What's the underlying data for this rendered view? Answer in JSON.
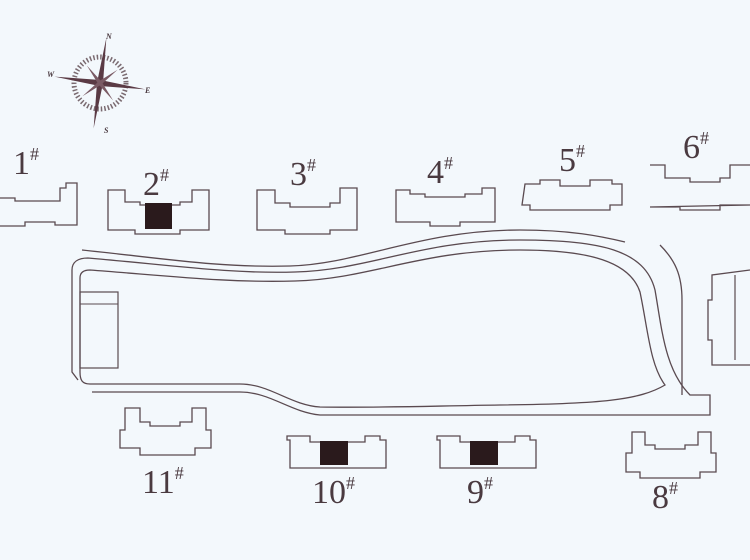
{
  "compass": {
    "north": "N",
    "south": "S",
    "east": "E",
    "west": "W"
  },
  "buildings": [
    {
      "number": "1",
      "mark": "#",
      "highlighted": false
    },
    {
      "number": "2",
      "mark": "#",
      "highlighted": true
    },
    {
      "number": "3",
      "mark": "#",
      "highlighted": false
    },
    {
      "number": "4",
      "mark": "#",
      "highlighted": false
    },
    {
      "number": "5",
      "mark": "#",
      "highlighted": false
    },
    {
      "number": "6",
      "mark": "#",
      "highlighted": false
    },
    {
      "number": "8",
      "mark": "#",
      "highlighted": false
    },
    {
      "number": "9",
      "mark": "#",
      "highlighted": true
    },
    {
      "number": "10",
      "mark": "#",
      "highlighted": true
    },
    {
      "number": "11",
      "mark": "#",
      "highlighted": false
    }
  ],
  "colors": {
    "background": "#f3f8fc",
    "line": "#5a4a50",
    "highlight": "#2a1a1c"
  }
}
